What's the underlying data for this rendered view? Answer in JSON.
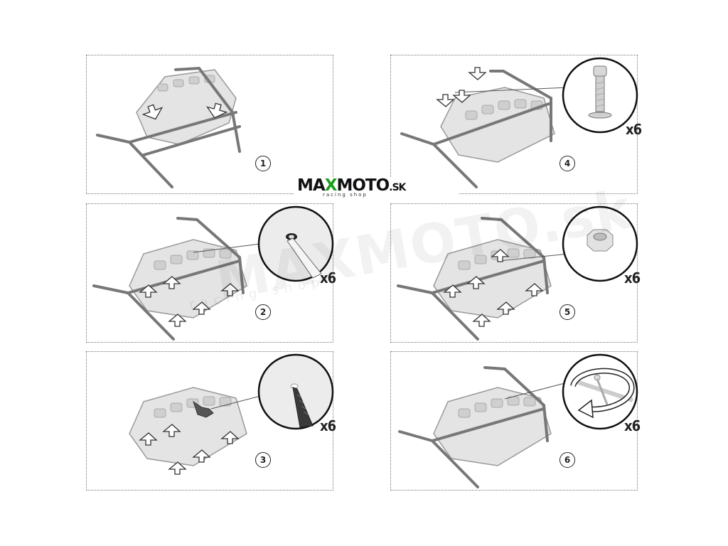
{
  "logo": {
    "brand_pre": "MA",
    "brand_x": "X",
    "brand_post": "MOTO",
    "brand_tld": ".SK",
    "tagline": "racing shop",
    "accent_color": "#1aa01a"
  },
  "watermark": {
    "text": "MAXMOTO.sk",
    "tagline": "racing shop"
  },
  "steps": [
    {
      "number": "1",
      "quantity": ""
    },
    {
      "number": "2",
      "quantity": "x6"
    },
    {
      "number": "3",
      "quantity": "x6"
    },
    {
      "number": "4",
      "quantity": "x6"
    },
    {
      "number": "5",
      "quantity": "x6"
    },
    {
      "number": "6",
      "quantity": "x6"
    }
  ],
  "icons": {
    "step2_detail": "screwdriver-insert-icon",
    "step3_detail": "drill-icon",
    "step4_detail": "bolt-with-washer-icon",
    "step5_detail": "lock-nut-icon",
    "step6_detail": "rotate-tighten-icon"
  }
}
